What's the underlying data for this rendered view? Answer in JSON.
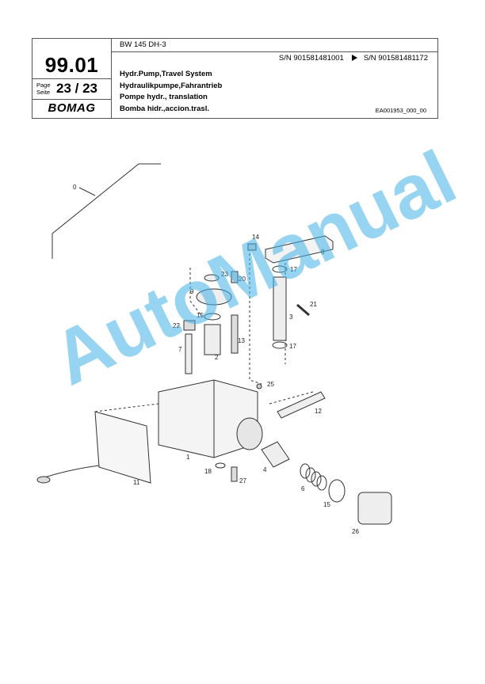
{
  "header": {
    "group_code": "99.01",
    "page_label_en": "Page",
    "page_label_de": "Seite",
    "page_number": "23 / 23",
    "brand": "BOMAG",
    "model": "BW 145 DH-3",
    "serial_from": "S/N 901581481001",
    "serial_to": "S/N 901581481172",
    "titles": [
      "Hydr.Pump,Travel System",
      "Hydraulikpumpe,Fahrantrieb",
      "Pompe hydr., translation",
      "Bomba hidr.,accion.trasl."
    ],
    "drawing_ref": "EA001953_000_00"
  },
  "callouts": [
    "0",
    "14",
    "8",
    "17",
    "23",
    "20",
    "9",
    "21",
    "3",
    "15",
    "22",
    "7",
    "2",
    "13",
    "17",
    "25",
    "12",
    "1",
    "4",
    "6",
    "18",
    "27",
    "15",
    "11",
    "26"
  ],
  "watermark": "AutoManual"
}
